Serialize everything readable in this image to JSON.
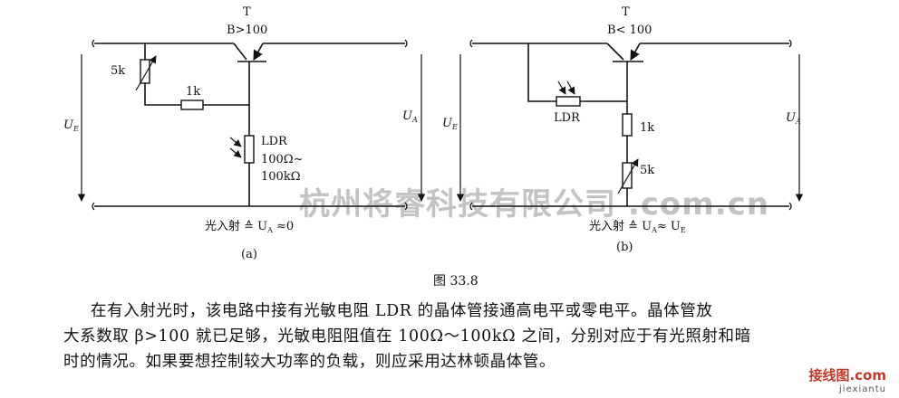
{
  "circuit_a": {
    "transistor": "T",
    "gain": "B>100",
    "pot": "5k",
    "resistor": "1k",
    "sensor": "LDR",
    "range_low": "100Ω~",
    "range_high": "100kΩ",
    "supply": "U",
    "supply_sub": "E",
    "output": "U",
    "output_sub": "A",
    "condition": "光入射 ≙ U",
    "condition_sub": "A",
    "condition_tail": " ≈0",
    "tag": "(a)"
  },
  "circuit_b": {
    "transistor": "T",
    "gain": "B< 100",
    "sensor": "LDR",
    "resistor": "1k",
    "pot": "5k",
    "supply": "U",
    "supply_sub": "E",
    "output": "U",
    "output_sub": "A",
    "condition": "光入射 ≙ U",
    "condition_sub": "A",
    "condition_mid": "≈ U",
    "condition_sub2": "E",
    "tag": "(b)"
  },
  "watermark": "杭州将睿科技有限公司 .com.cn",
  "figure_caption": "图 33.8",
  "paragraph": {
    "line1": "在有入射光时，该电路中接有光敏电阻 LDR 的晶体管接通高电平或零电平。晶体管放",
    "line2": "大系数取 β>100 就已足够，光敏电阻阻值在 100Ω～100kΩ 之间，分别对应于有光照射和暗",
    "line3": "时的情况。如果要想控制较大功率的负载，则应采用达林顿晶体管。"
  },
  "logo": {
    "top": "接线图.com",
    "bottom": "jiexiantu"
  }
}
